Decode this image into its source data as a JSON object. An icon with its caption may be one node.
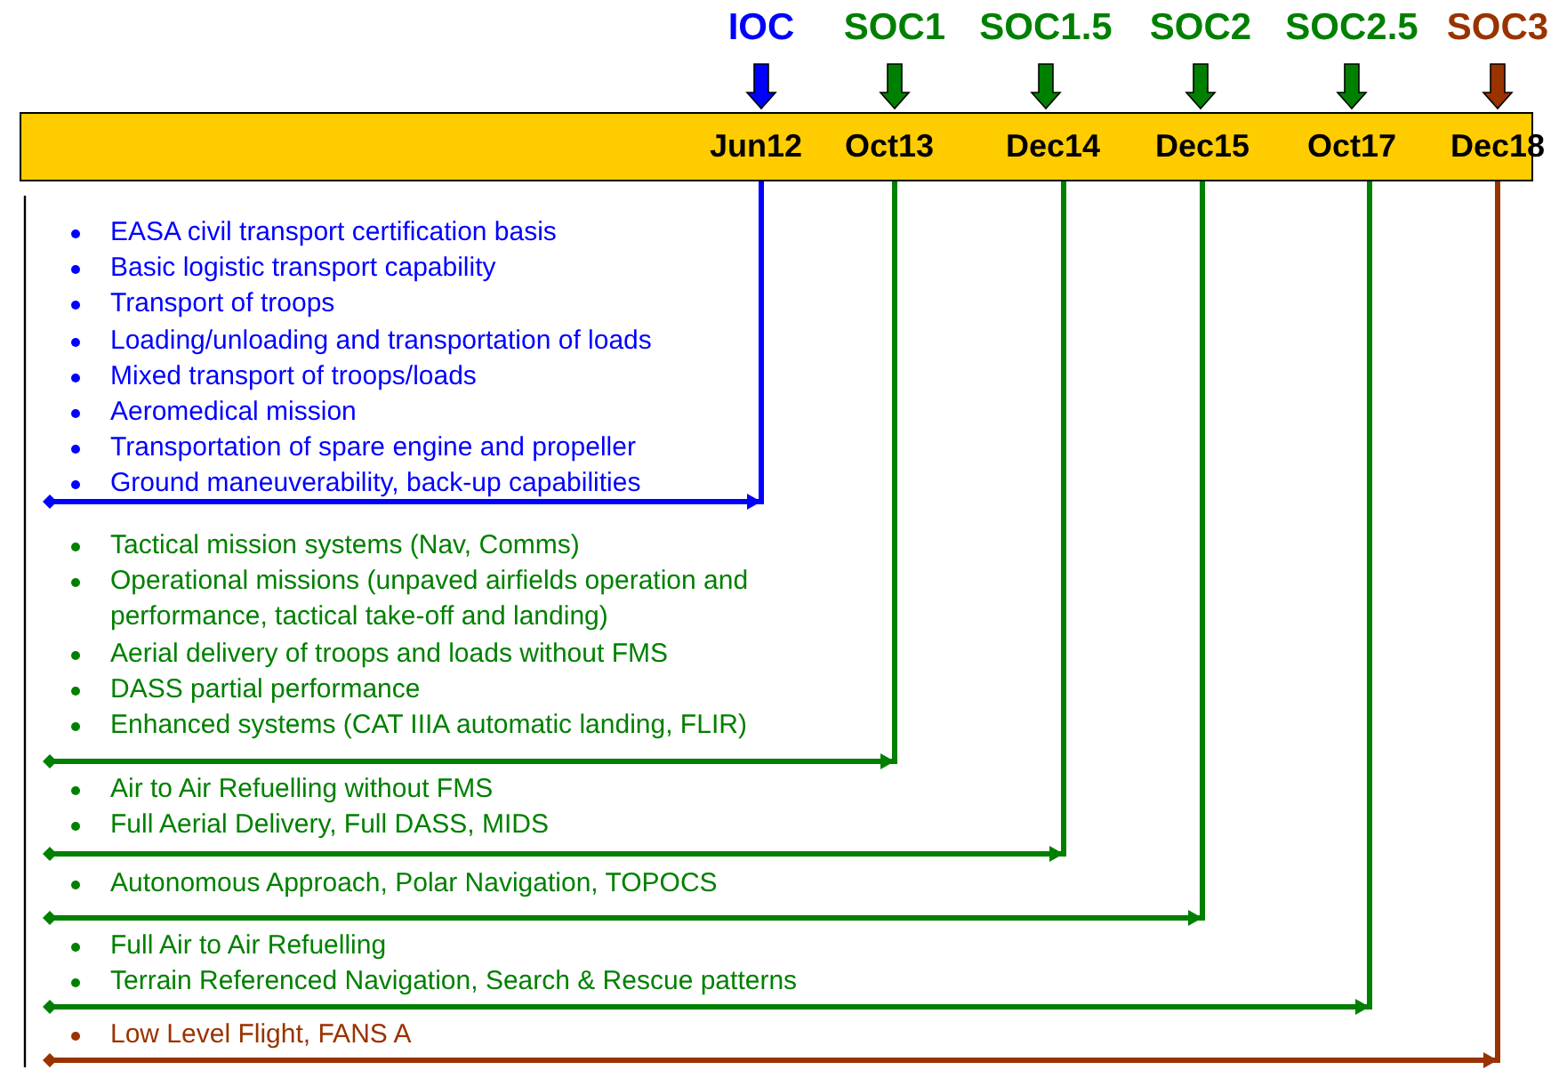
{
  "diagram": {
    "nodes": [
      {
        "text": [
          "IOC"
        ]
      },
      {
        "text": [
          "SOC1"
        ]
      },
      {
        "text": [
          "SOC1.5"
        ]
      },
      {
        "text": [
          "SOC2"
        ]
      },
      {
        "text": [
          "SOC2.5"
        ]
      },
      {
        "text": [
          "SOC3"
        ]
      },
      {
        "text": [],
        "shape": "bar"
      },
      {
        "text": [
          "EASA civil transport certification basis",
          "Basic logistic transport capability",
          "Transport of troops",
          "Loading/unloading and transportation of loads",
          "Mixed transport of troops/loads",
          "Aeromedical mission",
          "Transportation of spare engine and propeller",
          "Ground maneuverability, back-up capabilities"
        ]
      },
      {
        "text": [
          "Tactical mission systems (Nav, Comms)",
          "Operational missions (unpaved airfields operation and performance, tactical take-off and landing)",
          "Aerial delivery of troops and loads without FMS",
          "DASS partial performance",
          "Enhanced systems (CAT IIIA automatic landing, FLIR)"
        ]
      },
      {
        "text": [
          "Air to Air Refuelling without FMS",
          "Full Aerial Delivery, Full DASS, MIDS"
        ]
      },
      {
        "text": [
          "Autonomous Approach, Polar Navigation, TOPOCS"
        ]
      },
      {
        "text": [
          "Full Air to Air Refuelling",
          "Terrain Referenced Navigation, Search & Rescue patterns"
        ]
      },
      {
        "text": [
          "Low Level Flight, FANS A"
        ]
      }
    ],
    "edges": [
      {
        "from": 0,
        "to": 6,
        "arrow": "to",
        "style": "thick",
        "color": "#0000ff"
      },
      {
        "from": 1,
        "to": 6,
        "arrow": "to",
        "style": "thick"
      },
      {
        "from": 2,
        "to": 6,
        "arrow": "to",
        "style": "thick"
      },
      {
        "from": 3,
        "to": 6,
        "arrow": "to",
        "style": "thick"
      },
      {
        "from": 4,
        "to": 6,
        "arrow": "to",
        "style": "thick"
      },
      {
        "from": 5,
        "to": 6,
        "arrow": "to",
        "style": "thick",
        "color": "#993300"
      },
      {
        "from": 7,
        "to": 6,
        "arrow": "other",
        "color": "#0000ff"
      },
      {
        "from": 8,
        "to": 6,
        "arrow": "other"
      },
      {
        "from": 9,
        "to": 6,
        "arrow": "other"
      },
      {
        "from": 10,
        "to": 6,
        "arrow": "other"
      },
      {
        "from": 11,
        "to": 6,
        "arrow": "other"
      },
      {
        "from": 12,
        "to": 6,
        "arrow": "other",
        "color": "#993300"
      }
    ],
    "labels": [
      "Jun12",
      "Oct13",
      "Dec14",
      "Dec15",
      "Oct17",
      "Dec18"
    ]
  }
}
